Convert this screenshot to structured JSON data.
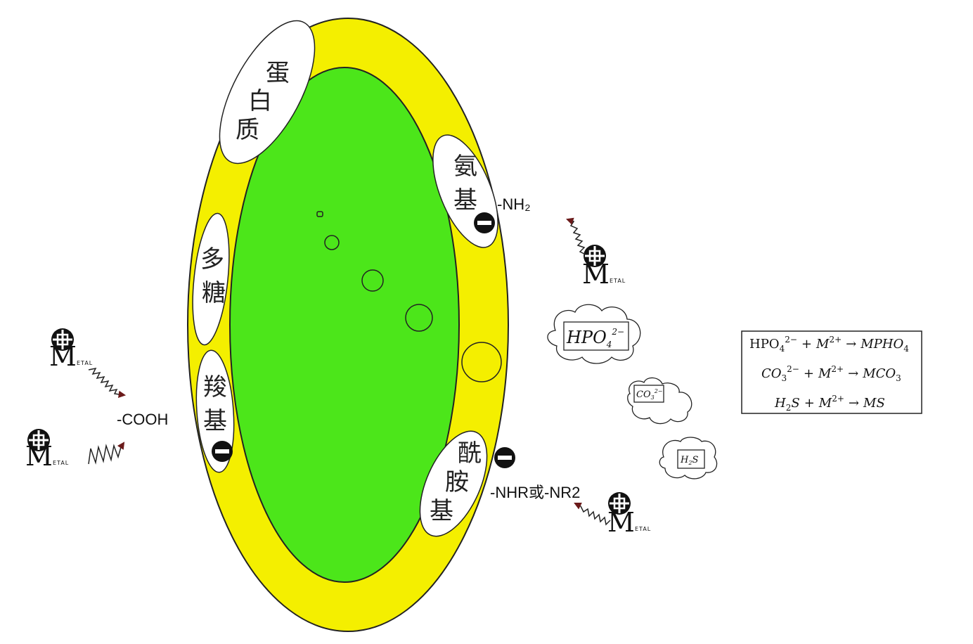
{
  "colors": {
    "outer_layer": "#f4ef00",
    "inner_cell": "#4ce61a",
    "region_fill": "#ffffff",
    "outline": "#222222",
    "arrow_head": "#6b1a1a"
  },
  "regions": {
    "protein": [
      "蛋",
      "白",
      "质"
    ],
    "amino": [
      "氨",
      "基"
    ],
    "polysaccharide": [
      "多",
      "糖"
    ],
    "carboxyl": [
      "羧",
      "基"
    ],
    "amide": [
      "酰",
      "胺",
      "基"
    ]
  },
  "groups": {
    "nh2": "-NH₂",
    "cooh": "-COOH",
    "nhr": "-NHR或-NR2"
  },
  "metal": {
    "letter": "M",
    "suffix": "ETAL",
    "icon": "cross-circle-icon"
  },
  "charge_icon": "minus-circle-icon",
  "clouds": {
    "hpo4": {
      "main": "HPO",
      "sub": "4",
      "sup": "2−"
    },
    "co3": {
      "main": "CO",
      "sub": "3",
      "sup": "2−"
    },
    "h2s": {
      "main": "H",
      "sub": "2",
      "tail": "S"
    }
  },
  "equations": [
    {
      "left": "HPO",
      "left_sub": "4",
      "left_sup": "2−",
      "plus": "+",
      "metal": "M",
      "metal_sup": "2+",
      "arrow": "→",
      "product": "MPHO",
      "product_sub": "4"
    },
    {
      "left": "CO",
      "left_sub": "3",
      "left_sup": "2−",
      "plus": "+",
      "metal": "M",
      "metal_sup": "2+",
      "arrow": "→",
      "product": "MCO",
      "product_sub": "3"
    },
    {
      "left": "H",
      "left_sub": "2",
      "left_tail": "S",
      "plus": "+",
      "metal": "M",
      "metal_sup": "2+",
      "arrow": "→",
      "product": "MS",
      "product_sub": ""
    }
  ]
}
